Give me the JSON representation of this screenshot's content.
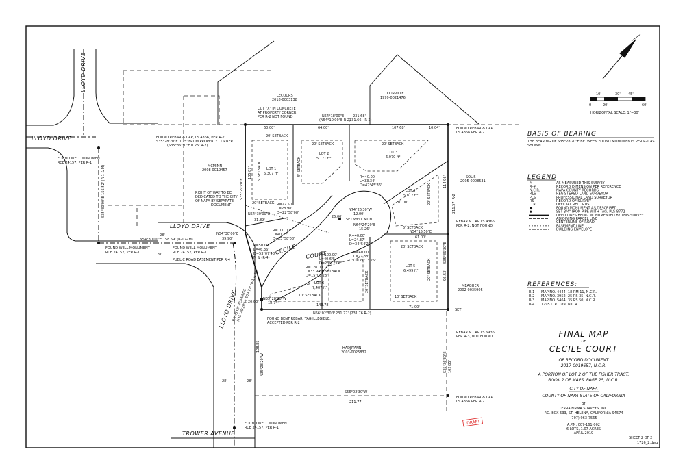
{
  "neighbors": {
    "lecours": [
      "LECOURS",
      "2018-0003138"
    ],
    "tourville": [
      "TOURVILLE",
      "1999-0021476"
    ],
    "mcminn": [
      "MCMINN",
      "2008-0019457"
    ],
    "solis": [
      "SOLIS",
      "2005-0008531"
    ],
    "meagher": [
      "MEAGHER",
      "2002-0035905"
    ],
    "hadjiyanni": [
      "HADJIYANNI",
      "2003-0025832"
    ]
  },
  "roads": {
    "lloyd_drive": "LLOYD DRIVE",
    "cecile_court_1": "CECILE",
    "cecile_court_2": "COURT",
    "trower_avenue": "TROWER AVENUE"
  },
  "lots": [
    {
      "name": "LOT 1",
      "area": "6,307 ft²"
    },
    {
      "name": "LOT 2",
      "area": "5,171 ft²"
    },
    {
      "name": "LOT 3",
      "area": "6,070 ft²"
    },
    {
      "name": "LOT 4",
      "area": "5,817 ft²"
    },
    {
      "name": "LOT 5",
      "area": "6,499 ft²"
    },
    {
      "name": "LOT 6",
      "area": "7,407 ft²"
    }
  ],
  "setback_labels": {
    "s20": "20' SETBACK",
    "s10": "10' SETBACK",
    "s5": "5' SETBACK"
  },
  "annotations": {
    "cut_x": [
      "CUT \"X\" IN CONCRETE",
      "AT PROPERTY CORNER",
      "PER R-2 NOT FOUND"
    ],
    "rebar_nw": [
      "FOUND REBAR & CAP, LS 4366, PER R-2",
      "S35°28'20\"E 0.25' FROM PROPERTY CORNER",
      "(S35°36'30\"E 0.25' R-2)"
    ],
    "rebar_ne": [
      "FOUND REBAR & CAP",
      "LS 4366 PER R-2"
    ],
    "well_nw": [
      "FOUND WELL MONUMENT",
      "RCE 24157, PER R-1"
    ],
    "well_w": [
      "FOUND WELL MONUMENT",
      "RCE 24157, PER R-1"
    ],
    "well_mid": [
      "FOUND WELL MONUMENT",
      "RCE 24157, PER R-1"
    ],
    "well_s": [
      "FOUND WELL MONUMENT",
      "RCE 24157, PER R-1"
    ],
    "row": [
      "RIGHT OF WAY TO BE",
      "DEDICATED TO THE CITY",
      "OF NAPA BY SEPARATE",
      "DOCUMENT"
    ],
    "pub_road": "PUBLIC ROAD EASEMENT PER R-4",
    "set_well": "SET WELL MON",
    "rebar_e": [
      "REBAR & CAP LS 4366",
      "PER R-2, NOT FOUND"
    ],
    "rebar_se": [
      "REBAR & CAP LS 6936",
      "PER R-3, NOT FOUND"
    ],
    "rebar_sse": [
      "FOUND REBAR & CAP",
      "LS 4366 PER R-2"
    ],
    "bent_rebar": [
      "FOUND BENT REBAR, TAG ILLEGIBLE.",
      "ACCEPTED PER R-2"
    ],
    "set": "SET",
    "basis_text": [
      "BASIS OF BEARINGS",
      "N35°28'20\"W 609.71' (R-1 & M)"
    ]
  },
  "dimensions": {
    "n_top_1": "60.00'",
    "n_top_2": "N54°18'00\"E",
    "n_top_3": "(N54°10'00\"E R-2)",
    "n_top_4": "231.68'",
    "n_top_5": "231.66' (R-2)",
    "n_top_6": "64.00'",
    "n_top_7": "107.68'",
    "n_top_8": "10.04'",
    "lloyd_bearing": "N54°30'00\"E 158.59' (R-1 & M)",
    "lloyd_bearing2": "N54°30'00\"E",
    "lloyd_dist2": "39.90'",
    "w_bearing": "S35°30'00\"E 156.52' (R-1 & M)",
    "s_bearing_1": "140.78'",
    "s_bearing_2": "N56°02'30\"E",
    "s_bearing_3": "231.77' (231.76 R-2)",
    "s_bearing_4": "71.00'",
    "s_sub_1": "N35°28'20\"W",
    "s_sub_2": "18.74'",
    "bottom_1": "S56°02'30\"W",
    "bottom_2": "211.77'",
    "dim_2000": "20.00'",
    "e_dim_1": "114.96'",
    "e_dim_2": "211.57' R-2",
    "e_dim_3": "S35°36'30\"E",
    "e_dim_4": "96.53'",
    "e_dim_5": "S35°36'30\"E",
    "e_dim_6": "102.85'",
    "w_dim_1": "108.85'",
    "w_dim_2": "N35°28'20\"W",
    "ww_1": "S35°29'20\"E",
    "ww_2": "105.87'",
    "ww_3": "31.89'",
    "ww_4": "N54°30'00\"E",
    "cd_1": "R=22.50'",
    "cd_2": "L=28.98'",
    "cd_3": "D=22°58'08\"",
    "cd_4": "R=100.00'",
    "cd_5": "L=40.17'",
    "cd_6": "D=23°58'08\"",
    "cd_7": "R=50.00'",
    "cd_8": "L=46.36'",
    "cd_9": "D=53°07'48\"",
    "cd_10": "M & (R-4)",
    "cd_11": "R=128.00'",
    "cd_12": "L=33.94'",
    "cd_13": "D=15°03'28\"",
    "cd_14": "R=100.00'",
    "cd_15": "L=40.64'",
    "cd_16": "D=23°17'08\"",
    "cd_17": "R=40.00'",
    "cd_18": "L=24.37'",
    "cd_19": "D=34°54'29\"",
    "cd_20": "N74°26'30\"W",
    "cd_21": "12.00'",
    "cd_22": "N64°24'29\"E",
    "cd_23": "15.26'",
    "cd_24": "R=40.00'",
    "cd_25": "L=27.38'",
    "cd_26": "D=39°13'25\"",
    "cd_27": "R=40.00'",
    "cd_28": "L=33.34'",
    "cd_29": "D=47°45'36\"",
    "cd_30": "N54°15'50\"E",
    "cd_31": "61.00'",
    "cd_32": "10.00'",
    "cd_33": "25.00'",
    "cd_34": "28'",
    "cd_35": "28'",
    "cd_36": "28'",
    "cd_37": "28'"
  },
  "basis_of_bearing": {
    "title": "BASIS OF BEARING",
    "text": [
      "THE BEARING OF S35°28'20\"E BETWEEN FOUND MONUMENTS PER R-1 AS",
      "SHOWN."
    ]
  },
  "legend": {
    "title": "LEGEND",
    "items": [
      {
        "sym": "M",
        "desc": "AS MEASURED THIS SURVEY"
      },
      {
        "sym": "R-#",
        "desc": "RECORD DIMENSION PER REFERENCE"
      },
      {
        "sym": "N.C.R.",
        "desc": "NAPA COUNTY RECORDS"
      },
      {
        "sym": "RLS",
        "desc": "REGISTERED LAND SURVEYOR"
      },
      {
        "sym": "PLS",
        "desc": "PROFESSIONAL LAND SURVEYOR"
      },
      {
        "sym": "RS",
        "desc": "RECORD OF SURVEY"
      },
      {
        "sym": "O.R.",
        "desc": "OFFICIAL RECORDS"
      },
      {
        "sym": "●",
        "desc": "FOUND MONUMENT AS DESCRIBED"
      },
      {
        "sym": "◆",
        "desc": "SET 3/4\" IRON PIPE WITH TAG, PLS 8772"
      },
      {
        "sym": "",
        "desc": "DEED LINES BEING MONUMENTED BY THIS SURVEY"
      },
      {
        "sym": "",
        "desc": "ADJOINING PARCEL LINE"
      },
      {
        "sym": "",
        "desc": "CENTERLINE OF ROAD"
      },
      {
        "sym": "",
        "desc": "EASEMENT LINE"
      },
      {
        "sym": "",
        "desc": "BUILDING ENVELOPE"
      }
    ]
  },
  "references": {
    "title": "REFERENCES:",
    "items": [
      {
        "ref": "R-1",
        "text": "MAP NO. 4444, 18 RM 11, N.C.R."
      },
      {
        "ref": "R-2",
        "text": "MAP NO. 3952, 25 RS 35, N.C.R."
      },
      {
        "ref": "R-3",
        "text": "MAP NO. 5464, 35 RS 50, N.C.R."
      },
      {
        "ref": "R-4",
        "text": "1795 O.R. 189, N.C.R."
      }
    ]
  },
  "scale": {
    "ticks": [
      "0",
      "10'",
      "20'",
      "30'",
      "45'",
      "60'"
    ],
    "label": "HORIZONTAL SCALE: 1\"=30'"
  },
  "title_block": {
    "line1": "FINAL MAP",
    "line2": "OF",
    "line3": "CECILE COURT",
    "line4": "OF RECORD DOCUMENT",
    "line5": "2017-0019657, N.C.R.",
    "line6": "A PORTION OF LOT 2 OF THE FISHER TRACT,",
    "line7": "BOOK 2 OF MAPS, PAGE 25, N.C.R.",
    "line8": "CITY OF NAPA",
    "line9": "COUNTY OF NAPA   STATE OF CALIFORNIA",
    "line10": "BY",
    "line11": "TERRA FIRMA SURVEYS, INC.",
    "line12": "P.O. BOX 533, ST. HELENA, CALIFORNIA 94574",
    "line13": "(707) 963-7565",
    "line14": "A.P.N. 007-161-002",
    "line15": "6 LOTS, 1.07 ACRES",
    "line16": "APRIL 2019"
  },
  "sheet": {
    "label": "SHEET 2 OF 2",
    "code": "1726_2.dwg"
  },
  "draft_stamp": "DRAFT"
}
